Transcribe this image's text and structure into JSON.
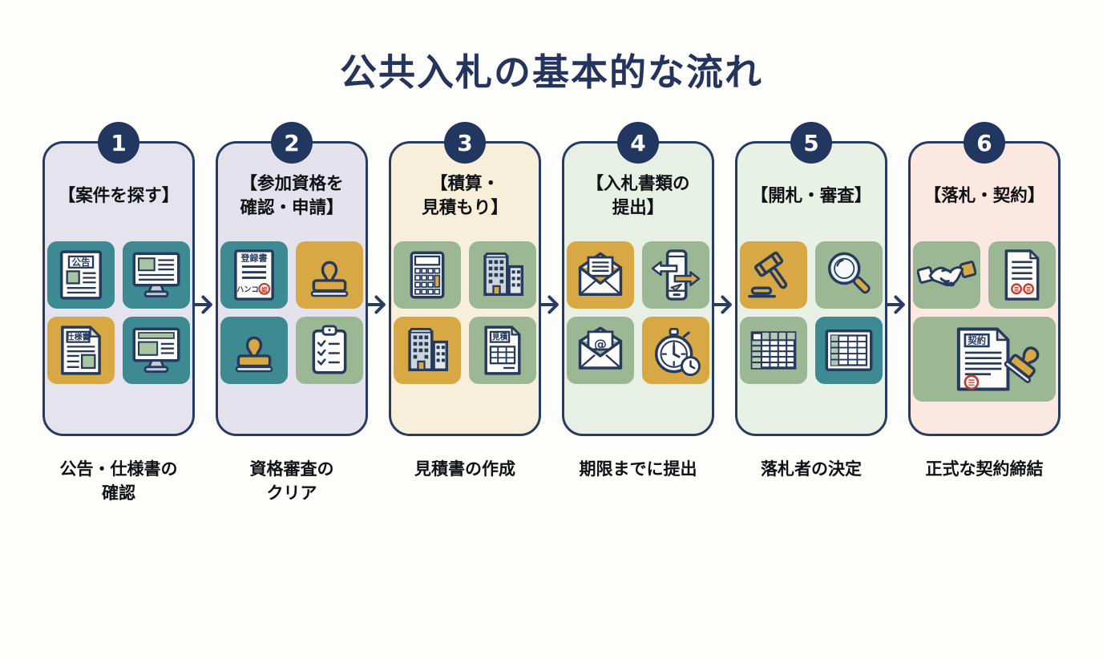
{
  "title": "公共入札の基本的な流れ",
  "colors": {
    "navy": "#25345c",
    "card_border": "#273c60",
    "badge_bg": "#22375f",
    "tile_teal": "#3e8a92",
    "tile_gold": "#d7a844",
    "tile_sage": "#9bb794",
    "card1_bg": "#e5e4ee",
    "card2_bg": "#e3e2ed",
    "card3_bg": "#f7efd9",
    "card4_bg": "#e8efe4",
    "card5_bg": "#e9f0e5",
    "card6_bg": "#fbe8e1",
    "stamp_red": "#c23b2e",
    "accent_green": "#a9c4a1"
  },
  "steps": [
    {
      "number": "1",
      "heading_lines": [
        "【案件を探す】"
      ],
      "caption_lines": [
        "公告・仕様書の",
        "確認"
      ],
      "icons": [
        {
          "name": "announcement-document-icon",
          "tile": "teal",
          "label": "公告"
        },
        {
          "name": "monitor-icon",
          "tile": "teal"
        },
        {
          "name": "specification-document-icon",
          "tile": "gold",
          "label": "仕様書"
        },
        {
          "name": "browser-monitor-icon",
          "tile": "teal"
        }
      ]
    },
    {
      "number": "2",
      "heading_lines": [
        "【参加資格を",
        "確認・申請】"
      ],
      "caption_lines": [
        "資格審査の",
        "クリア"
      ],
      "icons": [
        {
          "name": "registration-document-icon",
          "tile": "teal",
          "label": "登録書",
          "sub_label": "ハンコ",
          "stamp_char": "認"
        },
        {
          "name": "hanko-stamp-icon",
          "tile": "gold"
        },
        {
          "name": "hanko-stamp-icon",
          "tile": "teal"
        },
        {
          "name": "checklist-clipboard-icon",
          "tile": "sage"
        }
      ]
    },
    {
      "number": "3",
      "heading_lines": [
        "【積算・",
        "見積もり】"
      ],
      "caption_lines": [
        "見積書の作成"
      ],
      "icons": [
        {
          "name": "calculator-icon",
          "tile": "sage"
        },
        {
          "name": "building-icon",
          "tile": "sage"
        },
        {
          "name": "building-icon",
          "tile": "gold"
        },
        {
          "name": "estimate-document-icon",
          "tile": "sage",
          "label": "見積"
        }
      ]
    },
    {
      "number": "4",
      "heading_lines": [
        "【入札書類の",
        "提出】"
      ],
      "caption_lines": [
        "期限までに提出"
      ],
      "icons": [
        {
          "name": "open-envelope-icon",
          "tile": "gold"
        },
        {
          "name": "smartphone-transfer-icon",
          "tile": "sage"
        },
        {
          "name": "email-at-envelope-icon",
          "tile": "sage",
          "at_symbol": "@"
        },
        {
          "name": "stopwatch-icon",
          "tile": "gold"
        }
      ]
    },
    {
      "number": "5",
      "heading_lines": [
        "【開札・審査】"
      ],
      "caption_lines": [
        "落札者の決定"
      ],
      "icons": [
        {
          "name": "gavel-icon",
          "tile": "gold"
        },
        {
          "name": "magnifier-icon",
          "tile": "sage"
        },
        {
          "name": "spreadsheet-table-icon",
          "tile": "sage"
        },
        {
          "name": "spreadsheet-table-icon",
          "tile": "teal"
        }
      ]
    },
    {
      "number": "6",
      "heading_lines": [
        "【落札・契約】"
      ],
      "caption_lines": [
        "正式な契約締結"
      ],
      "icons": [
        {
          "name": "handshake-icon",
          "tile": "sage"
        },
        {
          "name": "stamped-document-icon",
          "tile": "sage"
        },
        {
          "name": "contract-document-icon",
          "tile": "sage",
          "label": "契約",
          "wide": true
        }
      ]
    }
  ]
}
